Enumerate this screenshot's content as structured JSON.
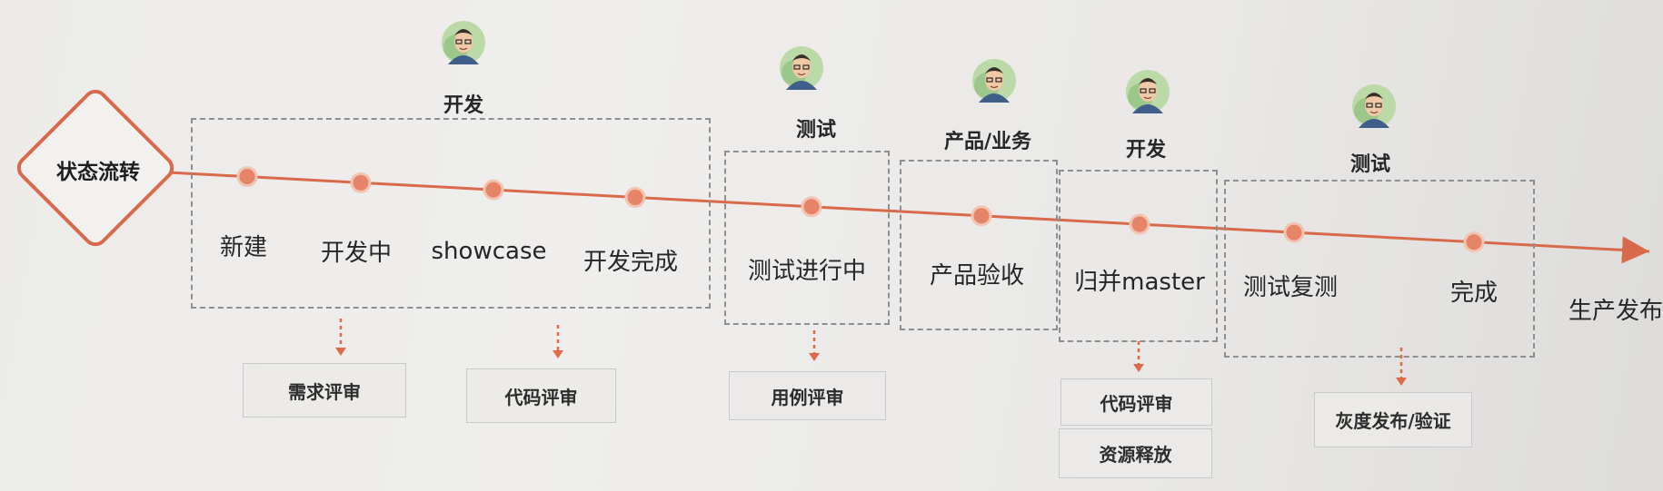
{
  "colors": {
    "accent": "#d9694b",
    "dot": "#e58466",
    "dash": "#8f8f8f",
    "arrow": "#e06a48"
  },
  "start_label": "状态流转",
  "stages": [
    {
      "label": "新建"
    },
    {
      "label": "开发中"
    },
    {
      "label": "showcase"
    },
    {
      "label": "开发完成"
    },
    {
      "label": "测试进行中"
    },
    {
      "label": "产品验收"
    },
    {
      "label": "归并master"
    },
    {
      "label": "测试复测"
    },
    {
      "label": "完成"
    },
    {
      "label": "生产发布"
    }
  ],
  "roles": [
    {
      "label": "开发",
      "icon": "developer-avatar-icon"
    },
    {
      "label": "测试",
      "icon": "tester-avatar-icon"
    },
    {
      "label": "产品/业务",
      "icon": "product-avatar-icon"
    },
    {
      "label": "开发",
      "icon": "developer-avatar-icon"
    },
    {
      "label": "测试",
      "icon": "tester-avatar-icon"
    }
  ],
  "reviews": [
    {
      "label": "需求评审"
    },
    {
      "label": "代码评审"
    },
    {
      "label": "用例评审"
    },
    {
      "label": "代码评审"
    },
    {
      "label": "资源释放"
    },
    {
      "label": "灰度发布/验证"
    }
  ]
}
